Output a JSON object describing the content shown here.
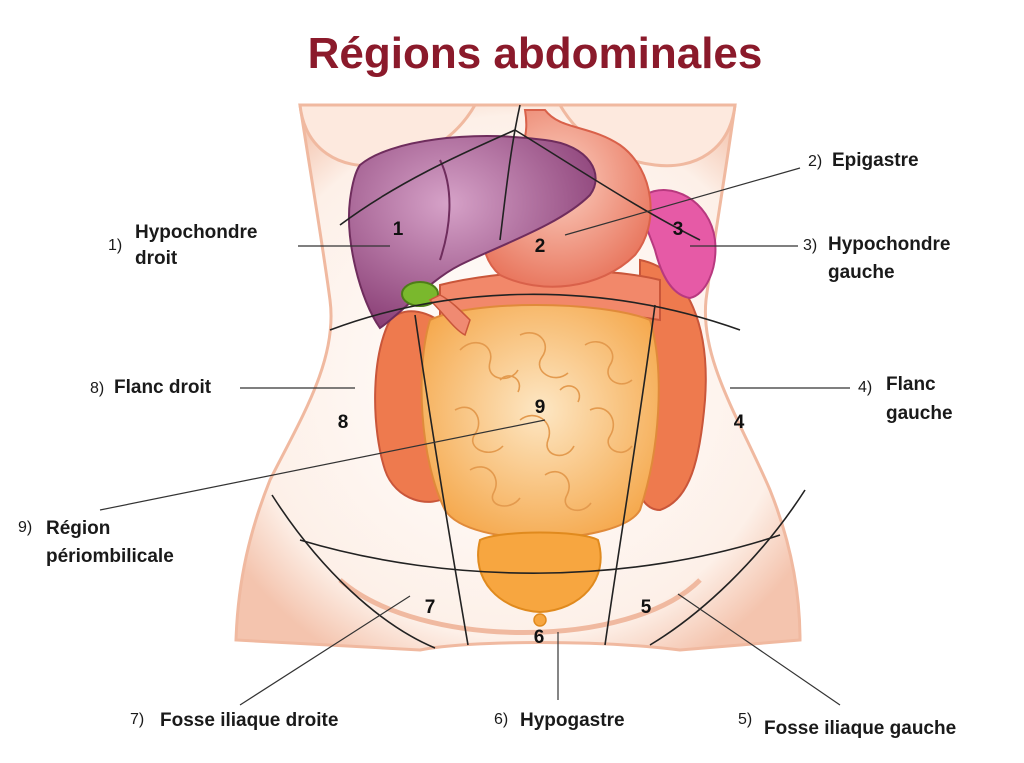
{
  "title": "Régions abdominales",
  "colors": {
    "title": "#8b1a2b",
    "skin": "#fbe3d6",
    "skin_edge": "#f0b9a0",
    "liver": "#9b4f86",
    "stomach": "#f08a72",
    "spleen": "#e65aa6",
    "colon": "#ee7a4e",
    "intestine": "#f9c27a",
    "bladder": "#f7a640",
    "gallbladder": "#7ab82d"
  },
  "region_numbers": {
    "r1": "1",
    "r2": "2",
    "r3": "3",
    "r4": "4",
    "r5": "5",
    "r6": "6",
    "r7": "7",
    "r8": "8",
    "r9": "9"
  },
  "labels": {
    "l1": {
      "num": "1)",
      "line1": "Hypochondre",
      "line2": "droit"
    },
    "l2": {
      "num": "2)",
      "line1": "Epigastre"
    },
    "l3": {
      "num": "3)",
      "line1": "Hypochondre",
      "line2": "gauche"
    },
    "l4": {
      "num": "4)",
      "line1": "Flanc",
      "line2": "gauche"
    },
    "l5": {
      "num": "5)",
      "line1": "Fosse iliaque gauche"
    },
    "l6": {
      "num": "6)",
      "line1": "Hypogastre"
    },
    "l7": {
      "num": "7)",
      "line1": "Fosse iliaque droite"
    },
    "l8": {
      "num": "8)",
      "line1": "Flanc droit"
    },
    "l9": {
      "num": "9)",
      "line1": "Région",
      "line2": "périombilicale"
    }
  }
}
